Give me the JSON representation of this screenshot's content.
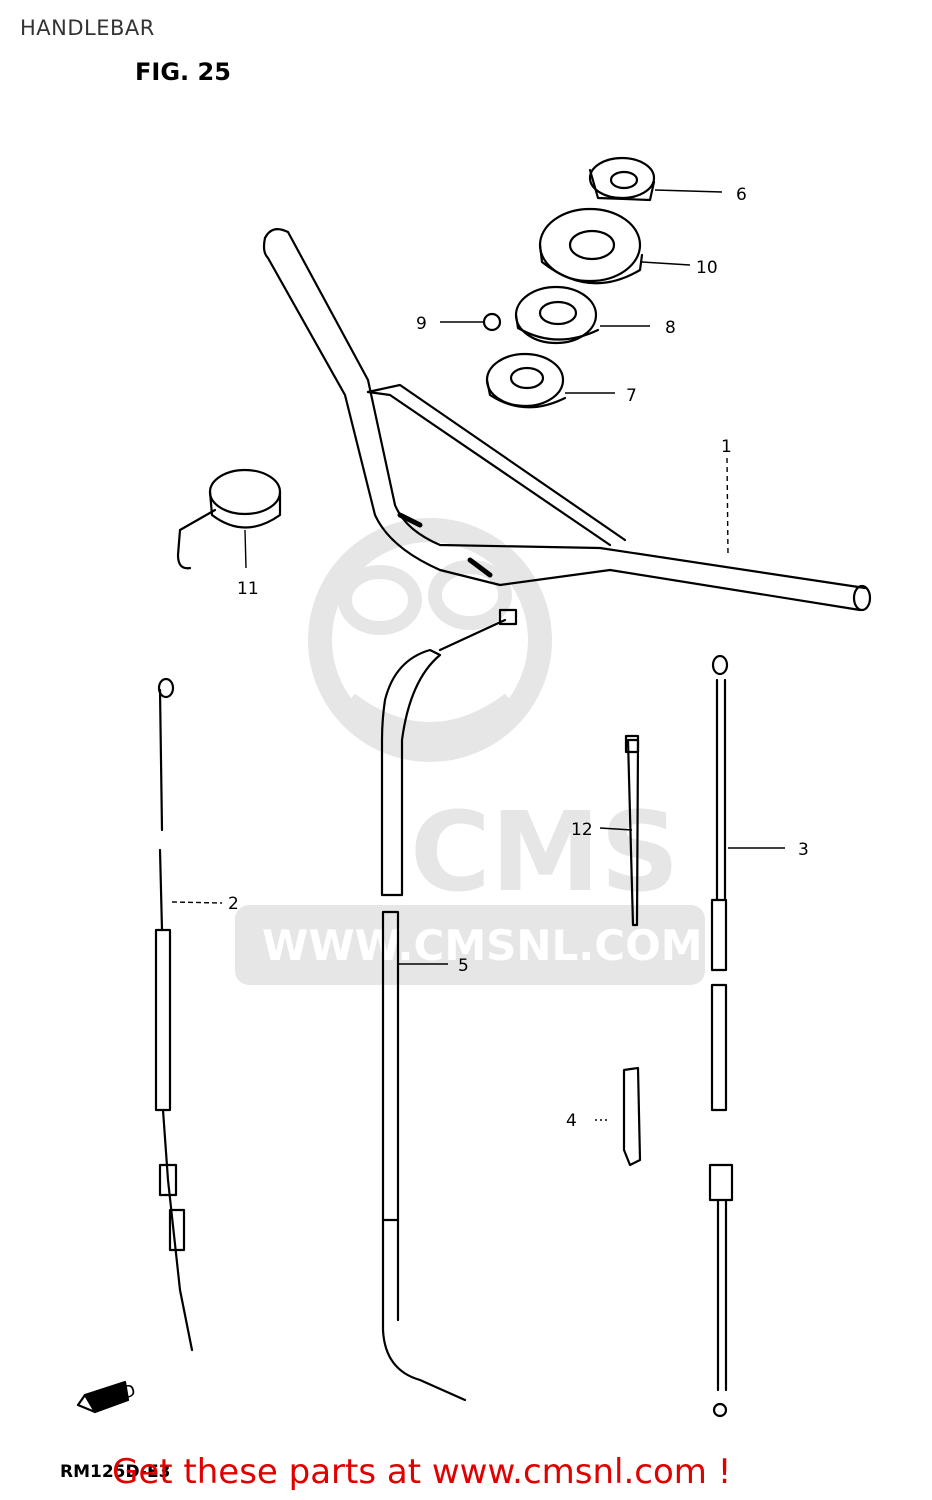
{
  "header": {
    "title": "HANDLEBAR",
    "figure": "FIG. 25"
  },
  "watermark": {
    "brand": "CMS",
    "url": "WWW.CMSNL.COM",
    "color": "#e6e6e6"
  },
  "callouts": [
    {
      "id": "1",
      "label": "1"
    },
    {
      "id": "2",
      "label": "2"
    },
    {
      "id": "3",
      "label": "3"
    },
    {
      "id": "4",
      "label": "4"
    },
    {
      "id": "5",
      "label": "5"
    },
    {
      "id": "6",
      "label": "6"
    },
    {
      "id": "7",
      "label": "7"
    },
    {
      "id": "8",
      "label": "8"
    },
    {
      "id": "9",
      "label": "9"
    },
    {
      "id": "10",
      "label": "10"
    },
    {
      "id": "11",
      "label": "11"
    },
    {
      "id": "12",
      "label": "12"
    }
  ],
  "direction_marker": "FWD",
  "model_code": "RM125D-E3",
  "cta": {
    "text": "Get these parts at www.cmsnl.com !",
    "color": "#e00000"
  }
}
